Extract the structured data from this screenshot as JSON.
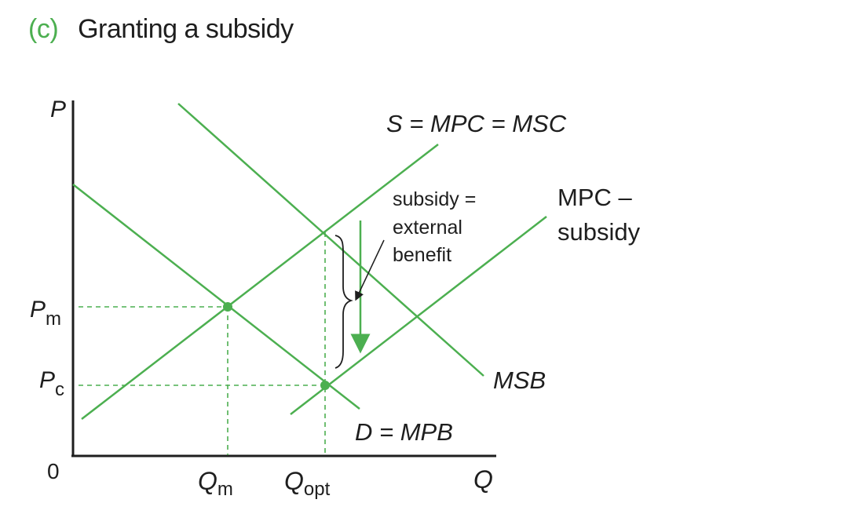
{
  "figure": {
    "panel_label": "(c)",
    "title": "Granting a subsidy"
  },
  "colors": {
    "curve": "#4caf50",
    "axis": "#1e1e1e",
    "label_accent": "#4caf50"
  },
  "axes": {
    "y_label": "P",
    "x_label": "Q",
    "origin": "0"
  },
  "curves": {
    "supply": "S = MPC = MSC",
    "supply_minus_subsidy_line1": "MPC –",
    "supply_minus_subsidy_line2": "subsidy",
    "msb": "MSB",
    "demand": "D = MPB"
  },
  "ticks": {
    "pm_main": "P",
    "pm_sub": "m",
    "pc_main": "P",
    "pc_sub": "c",
    "qm_main": "Q",
    "qm_sub": "m",
    "qopt_main": "Q",
    "qopt_sub": "opt"
  },
  "annotation": {
    "line1": "subsidy =",
    "line2": "external",
    "line3": "benefit"
  }
}
